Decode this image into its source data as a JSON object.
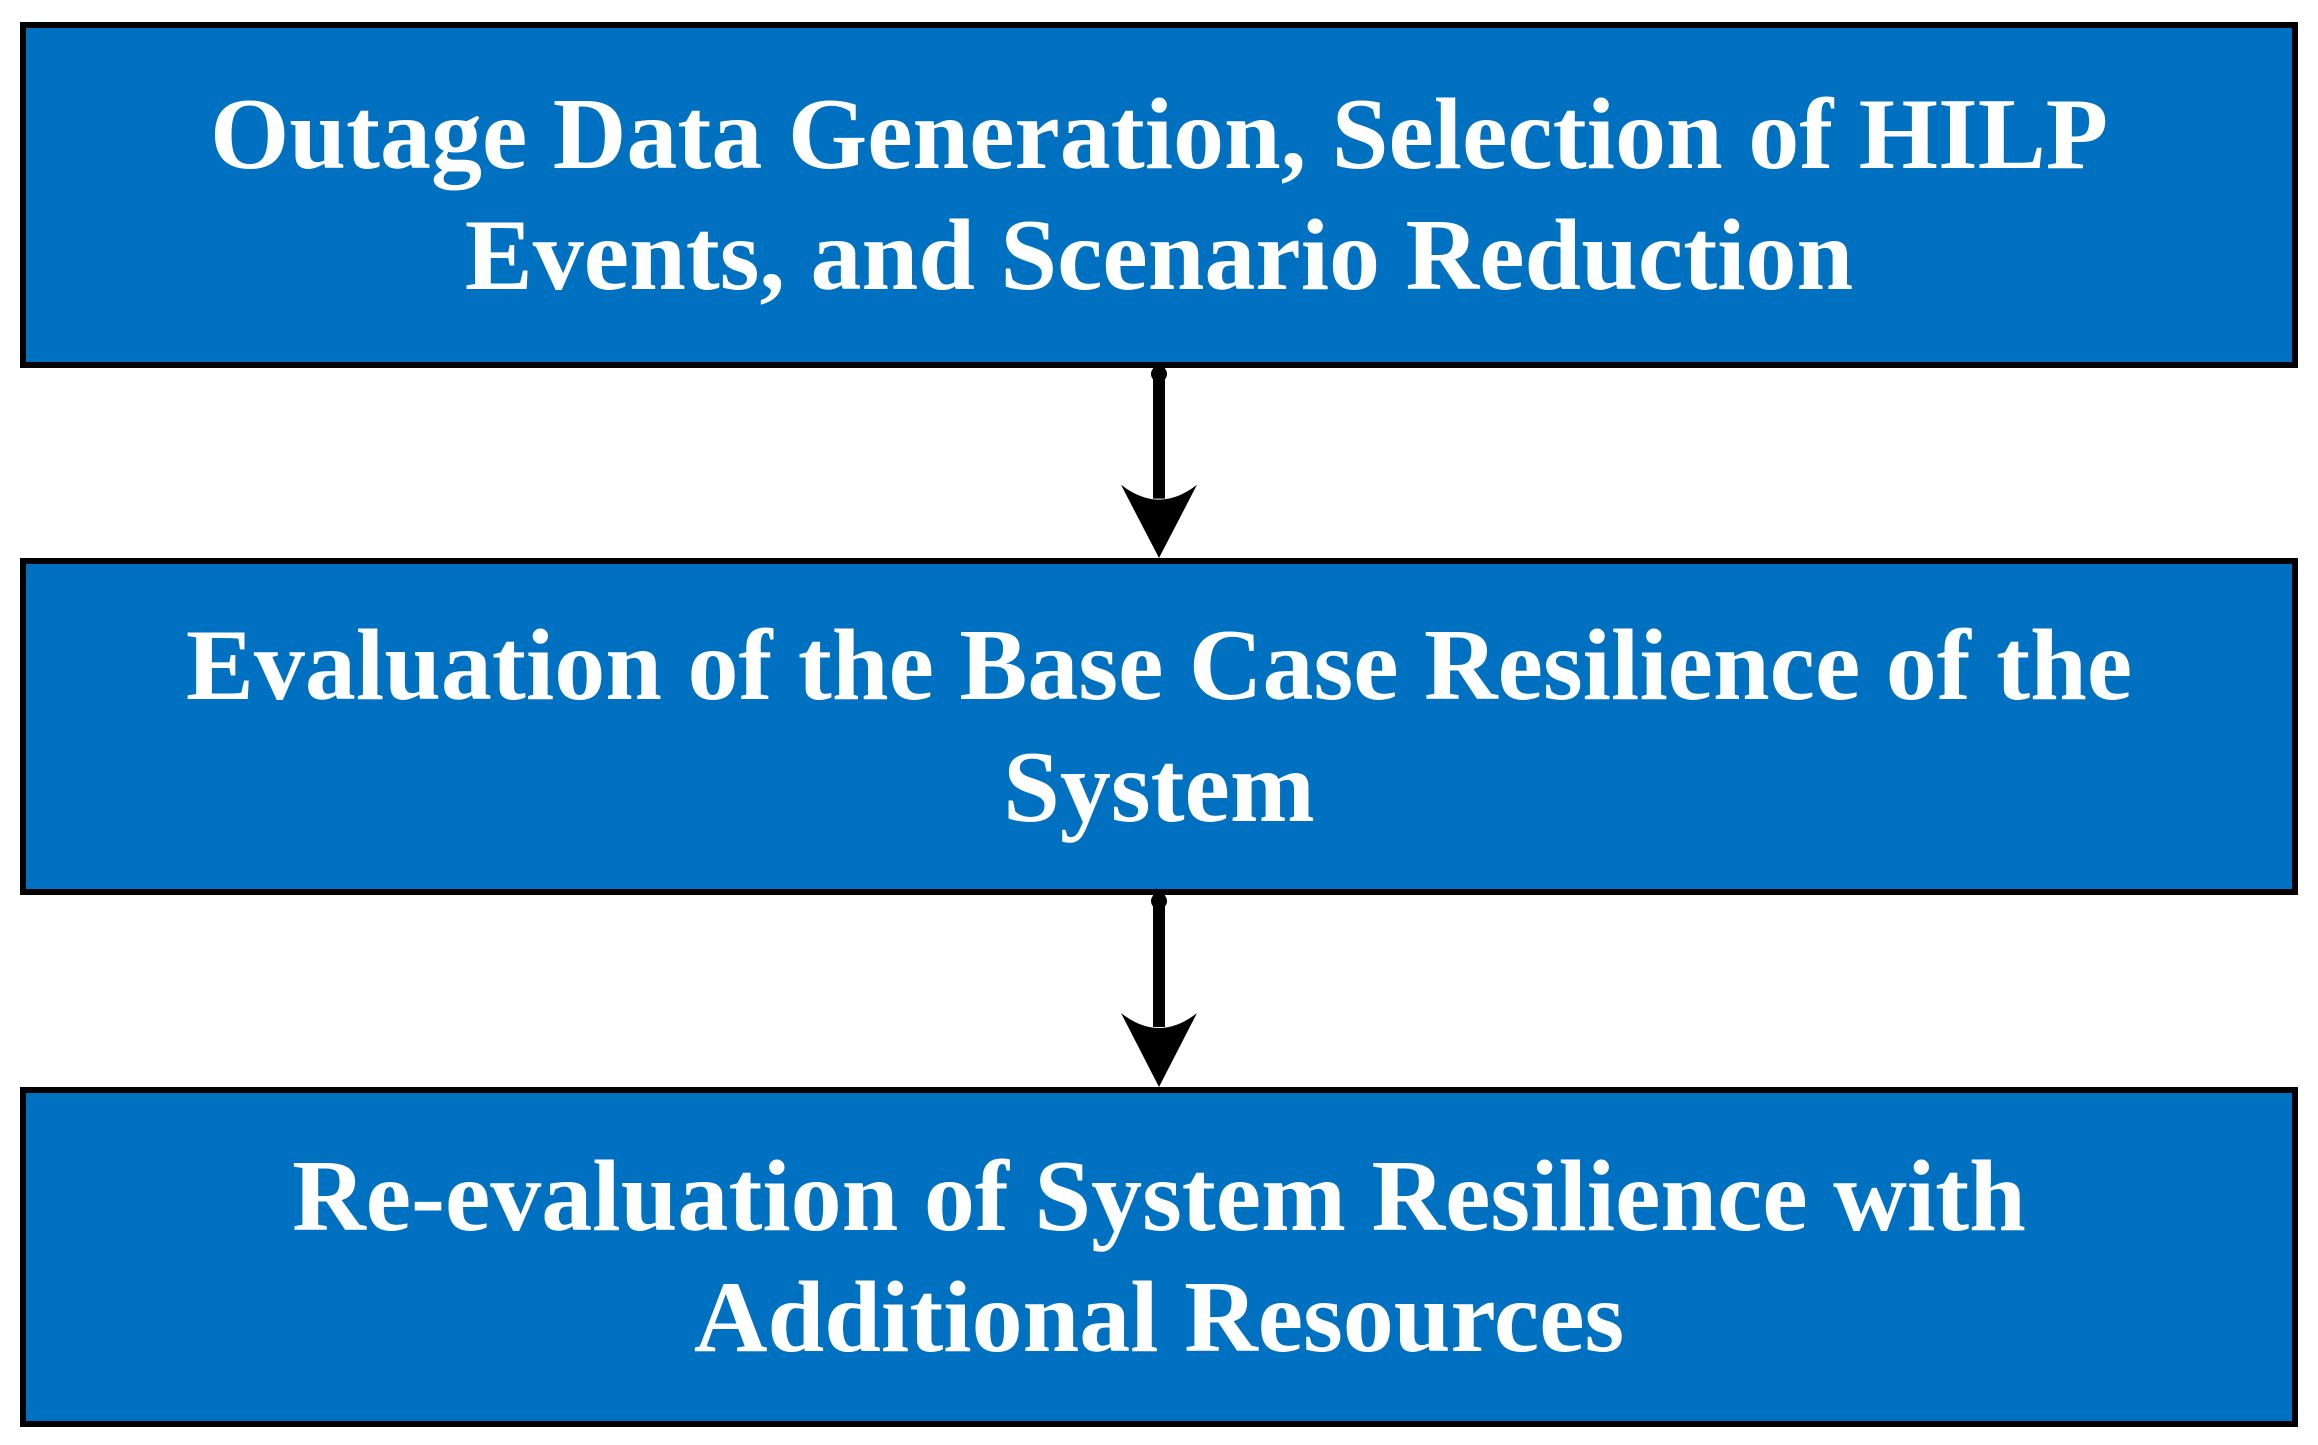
{
  "figure": {
    "type": "flowchart",
    "colors": {
      "box_fill": "#0070C0",
      "box_border": "#000000",
      "text": "#FFFFFF",
      "arrow": "#000000",
      "background": "#FFFFFF"
    },
    "steps": [
      {
        "label": "Outage Data Generation, Selection of HILP Events, and Scenario Reduction",
        "lines": [
          "Outage Data Generation, Selection of HILP",
          "Events, and Scenario Reduction"
        ]
      },
      {
        "label": "Evaluation of the Base Case Resilience of the System",
        "lines": [
          "Evaluation of the Base Case Resilience of the",
          "System"
        ]
      },
      {
        "label": "Re-evaluation of System Resilience with Additional Resources",
        "lines": [
          "Re-evaluation of System Resilience with",
          "Additional Resources"
        ]
      }
    ],
    "arrows": [
      {
        "from": "step-1",
        "to": "step-2",
        "direction": "down"
      },
      {
        "from": "step-2",
        "to": "step-3",
        "direction": "down"
      }
    ]
  }
}
